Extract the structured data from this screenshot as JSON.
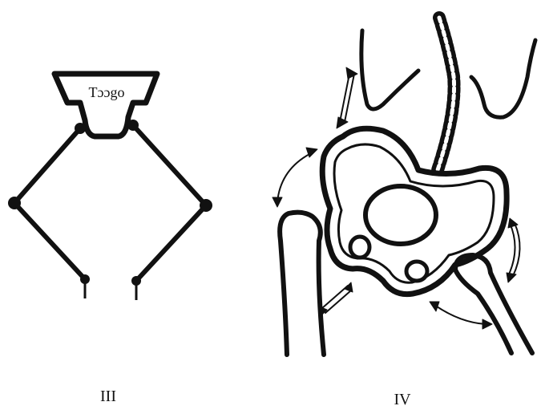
{
  "figures": [
    {
      "id": "III",
      "label": "III",
      "trunk_label": "Tɔɔgo"
    },
    {
      "id": "IV",
      "label": "IV"
    }
  ],
  "colors": {
    "ink": "#111111",
    "paper": "#ffffff"
  }
}
